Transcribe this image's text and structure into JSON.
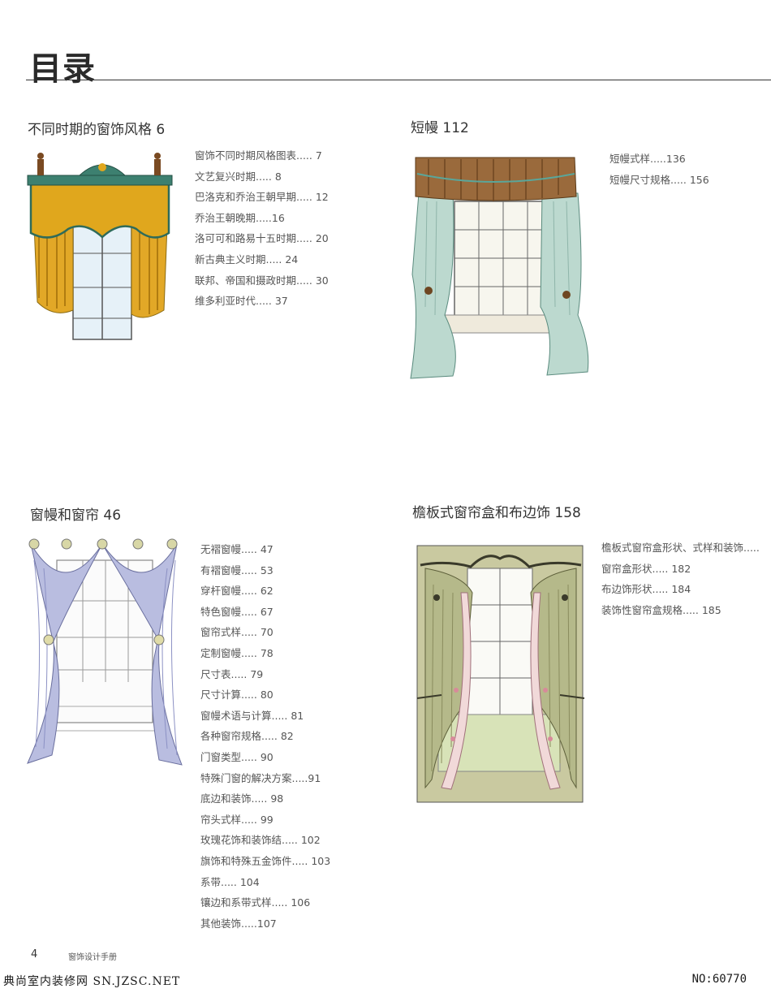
{
  "page": {
    "title": "目录"
  },
  "sections": [
    {
      "heading": "不同时期的窗饰风格  6",
      "illustration": "baroque-valance-illustration",
      "items": [
        "窗饰不同时期风格图表..... 7",
        "文艺复兴时期..... 8",
        "巴洛克和乔治王朝早期..... 12",
        "乔治王朝晚期.....16",
        "洛可可和路易十五时期..... 20",
        "新古典主义时期..... 24",
        "联邦、帝国和摄政时期..... 30",
        "维多利亚时代..... 37"
      ]
    },
    {
      "heading": "短幔 112",
      "illustration": "valance-bay-window-illustration",
      "items": [
        "短幔式样.....136",
        "短幔尺寸规格..... 156"
      ]
    },
    {
      "heading": "窗幔和窗帘  46",
      "illustration": "swag-drapery-illustration",
      "items": [
        "无褶窗幔..... 47",
        "有褶窗幔..... 53",
        "穿杆窗幔..... 62",
        "特色窗幔..... 67",
        "窗帘式样..... 70",
        "定制窗幔..... 78",
        "尺寸表..... 79",
        "尺寸计算..... 80",
        "窗幔术语与计算..... 81",
        "各种窗帘规格..... 82",
        "门窗类型..... 90",
        "特殊门窗的解决方案.....91",
        "底边和装饰..... 98",
        "帘头式样..... 99",
        "玫瑰花饰和装饰结..... 102",
        "旗饰和特殊五金饰件..... 103",
        "系带..... 104",
        "镶边和系带式样..... 106",
        "其他装饰.....107"
      ]
    },
    {
      "heading": "檐板式窗帘盒和布边饰 158",
      "illustration": "cornice-curtain-illustration",
      "items": [
        "檐板式窗帘盒形状、式样和装饰.....",
        "窗帘盒形状..... 182",
        "布边饰形状..... 184",
        "装饰性窗帘盒规格..... 185"
      ]
    }
  ],
  "footer": {
    "page_number": "4",
    "book_title": "窗饰设计手册",
    "watermark_left": "典尚室内装修网 SN.JZSC.NET",
    "watermark_right": "NO:60770"
  },
  "colors": {
    "gold": "#d9a21b",
    "teal_green": "#2f6b5a",
    "mint": "#bcd9cf",
    "brown": "#8a5a2f",
    "lavender": "#b9bde0",
    "olive": "#b5b98a",
    "rose": "#d88a9a"
  }
}
